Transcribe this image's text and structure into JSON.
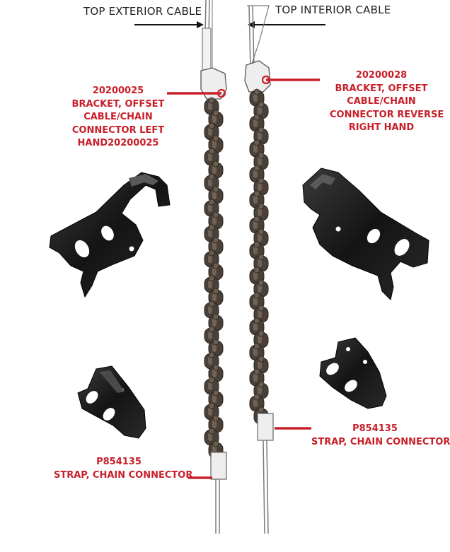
{
  "headers": {
    "left": "TOP EXTERIOR CABLE",
    "right": "TOP INTERIOR CABLE"
  },
  "callouts": {
    "bracket_left": {
      "lines": [
        "20200025",
        "BRACKET, OFFSET",
        "CABLE/CHAIN",
        "CONNECTOR  LEFT",
        "HAND20200025"
      ]
    },
    "bracket_right": {
      "lines": [
        "20200028",
        "BRACKET, OFFSET",
        "CABLE/CHAIN",
        "CONNECTOR REVERSE",
        "RIGHT HAND"
      ]
    },
    "strap_left": {
      "lines": [
        "P854135",
        "STRAP, CHAIN CONNECTOR"
      ]
    },
    "strap_right": {
      "lines": [
        "P854135",
        "STRAP, CHAIN CONNECTOR"
      ]
    }
  },
  "colors": {
    "callout": "#c8202a",
    "chain": "#4a4038",
    "chain_highlight": "#8a7a6a",
    "cable": "#777777",
    "part": "#1c1c1c"
  }
}
